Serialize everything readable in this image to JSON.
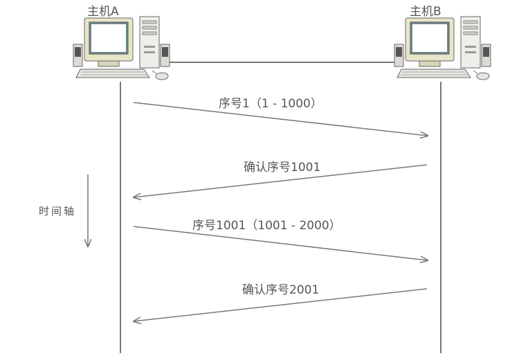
{
  "hosts": {
    "a": {
      "label": "主机A",
      "icon": "desktop-computer-icon"
    },
    "b": {
      "label": "主机B",
      "icon": "desktop-computer-icon"
    }
  },
  "messages": [
    {
      "label": "序号1（1 - 1000）",
      "direction": "A→B"
    },
    {
      "label": "确认序号1001",
      "direction": "B→A"
    },
    {
      "label": "序号1001（1001 - 2000）",
      "direction": "A→B"
    },
    {
      "label": "确认序号2001",
      "direction": "B→A"
    }
  ],
  "time_axis": {
    "label": "时间轴"
  },
  "colors": {
    "line": "#777777",
    "text": "#555555",
    "monitor_body": "#e8e4c8",
    "screen": "#ffffff",
    "screen_frame": "#6f8a8f",
    "tower": "#eeeeea",
    "outline": "#666666"
  }
}
